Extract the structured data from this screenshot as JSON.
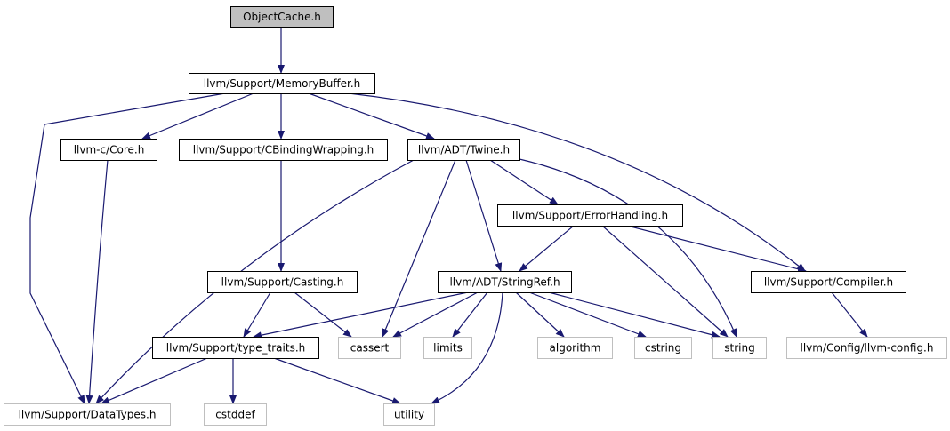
{
  "colors": {
    "root_fill": "#bfbfbf",
    "node_fill": "#ffffff",
    "internal_border": "#000000",
    "external_border": "#bfbfbf",
    "edge": "#191970"
  },
  "nodes": [
    {
      "id": "objectcache",
      "label": "ObjectCache.h",
      "kind": "root"
    },
    {
      "id": "memorybuffer",
      "label": "llvm/Support/MemoryBuffer.h",
      "kind": "internal"
    },
    {
      "id": "core",
      "label": "llvm-c/Core.h",
      "kind": "internal"
    },
    {
      "id": "cbinding",
      "label": "llvm/Support/CBindingWrapping.h",
      "kind": "internal"
    },
    {
      "id": "twine",
      "label": "llvm/ADT/Twine.h",
      "kind": "internal"
    },
    {
      "id": "errorhandling",
      "label": "llvm/Support/ErrorHandling.h",
      "kind": "internal"
    },
    {
      "id": "casting",
      "label": "llvm/Support/Casting.h",
      "kind": "internal"
    },
    {
      "id": "stringref",
      "label": "llvm/ADT/StringRef.h",
      "kind": "internal"
    },
    {
      "id": "compiler",
      "label": "llvm/Support/Compiler.h",
      "kind": "internal"
    },
    {
      "id": "typetraits",
      "label": "llvm/Support/type_traits.h",
      "kind": "internal"
    },
    {
      "id": "cassert",
      "label": "cassert",
      "kind": "external"
    },
    {
      "id": "limits",
      "label": "limits",
      "kind": "external"
    },
    {
      "id": "algorithm",
      "label": "algorithm",
      "kind": "external"
    },
    {
      "id": "cstring",
      "label": "cstring",
      "kind": "external"
    },
    {
      "id": "string",
      "label": "string",
      "kind": "external"
    },
    {
      "id": "llvmconfig",
      "label": "llvm/Config/llvm-config.h",
      "kind": "external"
    },
    {
      "id": "datatypes",
      "label": "llvm/Support/DataTypes.h",
      "kind": "external"
    },
    {
      "id": "cstddef",
      "label": "cstddef",
      "kind": "external"
    },
    {
      "id": "utility",
      "label": "utility",
      "kind": "external"
    }
  ],
  "edges": [
    {
      "from": "objectcache",
      "to": "memorybuffer"
    },
    {
      "from": "memorybuffer",
      "to": "core"
    },
    {
      "from": "memorybuffer",
      "to": "cbinding"
    },
    {
      "from": "memorybuffer",
      "to": "twine"
    },
    {
      "from": "memorybuffer",
      "to": "compiler"
    },
    {
      "from": "memorybuffer",
      "to": "datatypes"
    },
    {
      "from": "core",
      "to": "datatypes"
    },
    {
      "from": "cbinding",
      "to": "casting"
    },
    {
      "from": "twine",
      "to": "errorhandling"
    },
    {
      "from": "twine",
      "to": "stringref"
    },
    {
      "from": "twine",
      "to": "cassert"
    },
    {
      "from": "twine",
      "to": "string"
    },
    {
      "from": "twine",
      "to": "datatypes"
    },
    {
      "from": "errorhandling",
      "to": "stringref"
    },
    {
      "from": "errorhandling",
      "to": "compiler"
    },
    {
      "from": "errorhandling",
      "to": "string"
    },
    {
      "from": "casting",
      "to": "typetraits"
    },
    {
      "from": "casting",
      "to": "cassert"
    },
    {
      "from": "stringref",
      "to": "typetraits"
    },
    {
      "from": "stringref",
      "to": "cassert"
    },
    {
      "from": "stringref",
      "to": "limits"
    },
    {
      "from": "stringref",
      "to": "algorithm"
    },
    {
      "from": "stringref",
      "to": "cstring"
    },
    {
      "from": "stringref",
      "to": "string"
    },
    {
      "from": "stringref",
      "to": "utility"
    },
    {
      "from": "compiler",
      "to": "llvmconfig"
    },
    {
      "from": "typetraits",
      "to": "datatypes"
    },
    {
      "from": "typetraits",
      "to": "cstddef"
    },
    {
      "from": "typetraits",
      "to": "utility"
    }
  ]
}
